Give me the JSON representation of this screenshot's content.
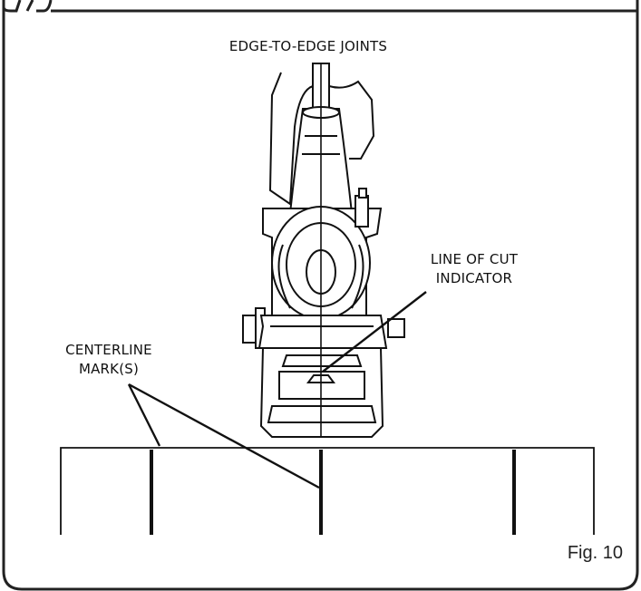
{
  "labels": {
    "title": "EDGE-TO-EDGE JOINTS",
    "line_of_cut_line1": "LINE OF CUT",
    "line_of_cut_line2": "INDICATOR",
    "centerline_line1": "CENTERLINE",
    "centerline_line2": "MARK(S)"
  },
  "figure_caption": "Fig. 10",
  "colors": {
    "ink": "#111111",
    "background": "#ffffff",
    "frame": "#222222"
  }
}
